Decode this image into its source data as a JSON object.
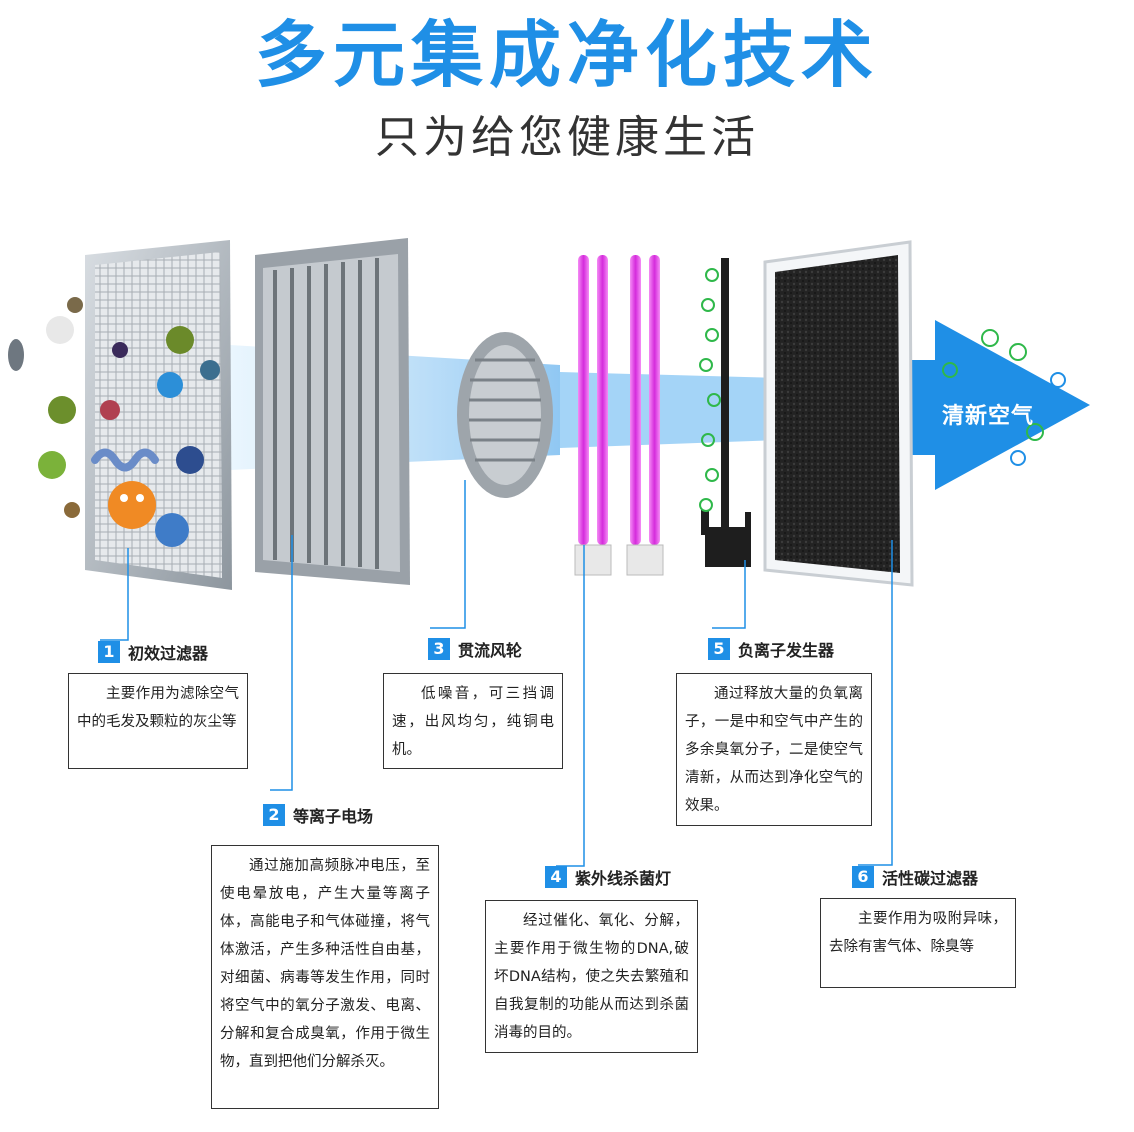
{
  "header": {
    "title": "多元集成净化技术",
    "subtitle": "只为给您健康生活"
  },
  "arrow_label": "清新空气",
  "components": [
    {
      "num": "1",
      "name": "初效过滤器",
      "desc": "主要作用为滤除空气中的毛发及颗粒的灰尘等"
    },
    {
      "num": "2",
      "name": "等离子电场",
      "desc": "通过施加高频脉冲电压，至使电晕放电，产生大量等离子体，高能电子和气体碰撞，将气体激活，产生多种活性自由基，对细菌、病毒等发生作用，同时将空气中的氧分子激发、电离、分解和复合成臭氧，作用于微生物，直到把他们分解杀灭。"
    },
    {
      "num": "3",
      "name": "贯流风轮",
      "desc": "低噪音，可三挡调速，出风均匀，纯铜电机。"
    },
    {
      "num": "4",
      "name": "紫外线杀菌灯",
      "desc": "经过催化、氧化、分解，主要作用于微生物的DNA,破坏DNA结构，使之失去繁殖和自我复制的功能从而达到杀菌消毒的目的。"
    },
    {
      "num": "5",
      "name": "负离子发生器",
      "desc": "通过释放大量的负氧离子，一是中和空气中产生的多余臭氧分子，二是使空气清新，从而达到净化空气的效果。"
    },
    {
      "num": "6",
      "name": "活性碳过滤器",
      "desc": "主要作用为吸附异味，去除有害气体、除臭等"
    }
  ],
  "colors": {
    "accent": "#1f8fe6",
    "uv_lamp": "#e040e8",
    "ion": "#2fb84a",
    "carbon": "#2a2a2a"
  },
  "icons": [
    "negative-ion-icon",
    "bacteria-icon",
    "dust-particle-icon"
  ]
}
